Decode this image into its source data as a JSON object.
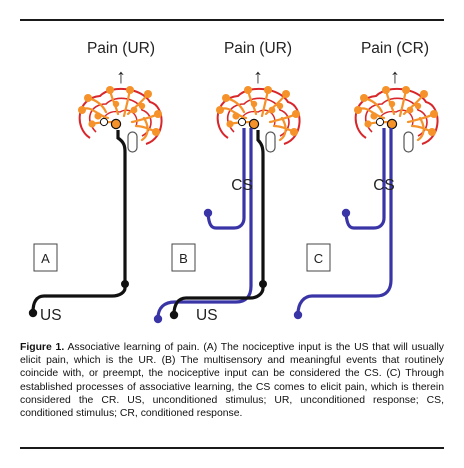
{
  "panels": [
    {
      "letter": "A",
      "top_label": "Pain (UR)",
      "side_label": "",
      "bottom_label": "US"
    },
    {
      "letter": "B",
      "top_label": "Pain (UR)",
      "side_label": "CS",
      "bottom_label": "US"
    },
    {
      "letter": "C",
      "top_label": "Pain (CR)",
      "side_label": "CS",
      "bottom_label": ""
    }
  ],
  "arrow_glyph": "↑",
  "caption": {
    "label": "Figure 1.",
    "text": "Associative learning of pain. (A) The nociceptive input is the US that will usually elicit pain, which is the UR. (B) The multisensory and meaningful events that routinely coincide with, or preempt, the nociceptive input can be considered the CS. (C) Through established processes of associative learning, the CS comes to elicit pain, which is therein considered the CR. US, unconditioned stimulus; UR, unconditioned response; CS, conditioned stimulus; CR, conditioned response."
  },
  "colors": {
    "brain_outline": "#d8262a",
    "node_fill": "#f5922a",
    "us_pathway": "#111111",
    "cs_pathway": "#3a35a6",
    "rule": "#1a1a1a"
  }
}
